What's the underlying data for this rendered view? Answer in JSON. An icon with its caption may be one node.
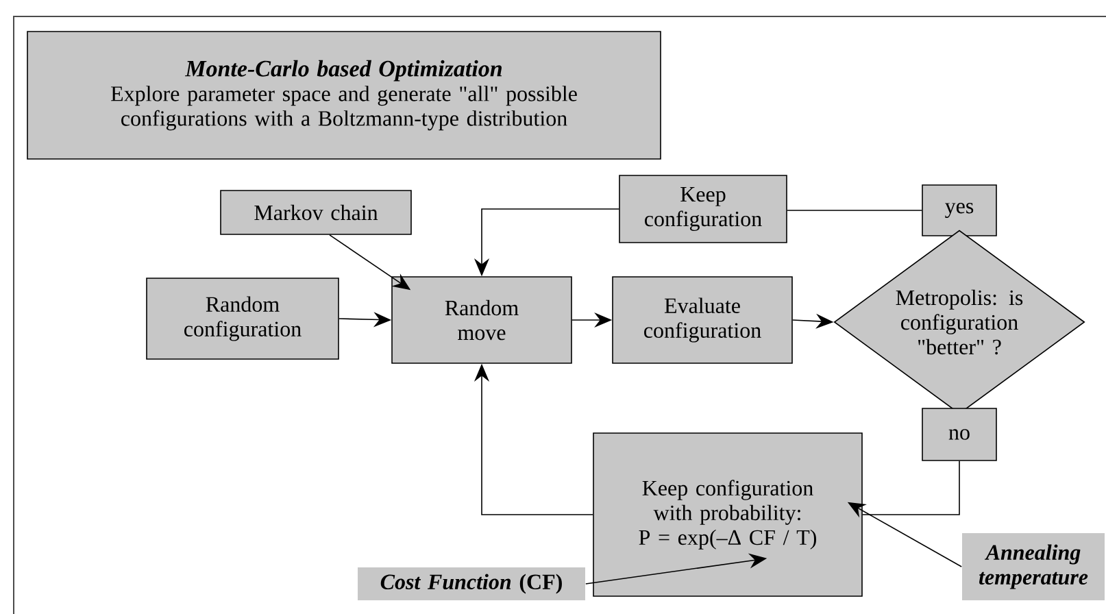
{
  "diagram": {
    "nodes": [
      {
        "text": [
          "Monte-Carlo based Optimization",
          "Explore parameter space and generate \"all\" possible configurations with a Boltzmann-type distribution"
        ]
      },
      {
        "text": [
          "Markov chain"
        ]
      },
      {
        "text": [
          "Keep configuration"
        ]
      },
      {
        "text": [
          "yes"
        ]
      },
      {
        "text": [
          "Random configuration"
        ]
      },
      {
        "text": [
          "Random move"
        ]
      },
      {
        "text": [
          "Evaluate configuration"
        ]
      },
      {
        "text": [
          "Metropolis: is configuration \"better\" ?"
        ]
      },
      {
        "text": [
          "no"
        ]
      },
      {
        "text": [
          "Keep configuration with probability:",
          "P = exp(–Δ CF / T)"
        ]
      },
      {
        "text": [
          "*Cost Function* (CF)"
        ]
      },
      {
        "text": [
          "Annealing temperature"
        ]
      }
    ],
    "edges": [
      {
        "from": 1,
        "to": 5,
        "arrow": "to"
      },
      {
        "from": 4,
        "to": 5,
        "arrow": "to"
      },
      {
        "from": 5,
        "to": 6,
        "arrow": "to"
      },
      {
        "from": 6,
        "to": 7,
        "arrow": "to"
      },
      {
        "from": 3,
        "to": 2,
        "arrow": "none"
      },
      {
        "from": 2,
        "to": 5,
        "arrow": "to"
      },
      {
        "from": 8,
        "to": 9,
        "arrow": "none"
      },
      {
        "from": 9,
        "to": 5,
        "arrow": "to"
      },
      {
        "from": 10,
        "to": 9,
        "arrow": "to"
      },
      {
        "from": 11,
        "to": 9,
        "arrow": "to"
      }
    ]
  }
}
